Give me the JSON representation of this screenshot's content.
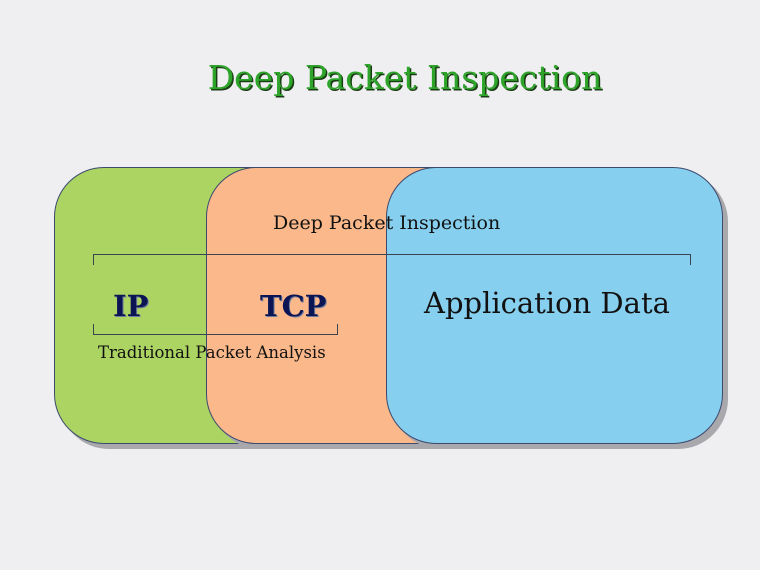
{
  "title": "Deep Packet Inspection",
  "colors": {
    "background": "#efeff2",
    "title": "#2ea52a",
    "ip_box": "#acd463",
    "tcp_box": "#fbb88a",
    "app_box": "#87cfef",
    "protocol_text": "#0c1554"
  },
  "diagram": {
    "layers": [
      {
        "id": "ip",
        "label": "IP",
        "color": "#acd463"
      },
      {
        "id": "tcp",
        "label": "TCP",
        "color": "#fbb88a"
      },
      {
        "id": "app",
        "label": "Application Data",
        "color": "#87cfef"
      }
    ],
    "brackets": {
      "deep_packet_inspection": {
        "label": "Deep Packet Inspection",
        "spans": [
          "IP",
          "TCP",
          "Application Data"
        ]
      },
      "traditional_packet_analysis": {
        "label": "Traditional Packet Analysis",
        "spans": [
          "IP",
          "TCP"
        ]
      }
    }
  }
}
